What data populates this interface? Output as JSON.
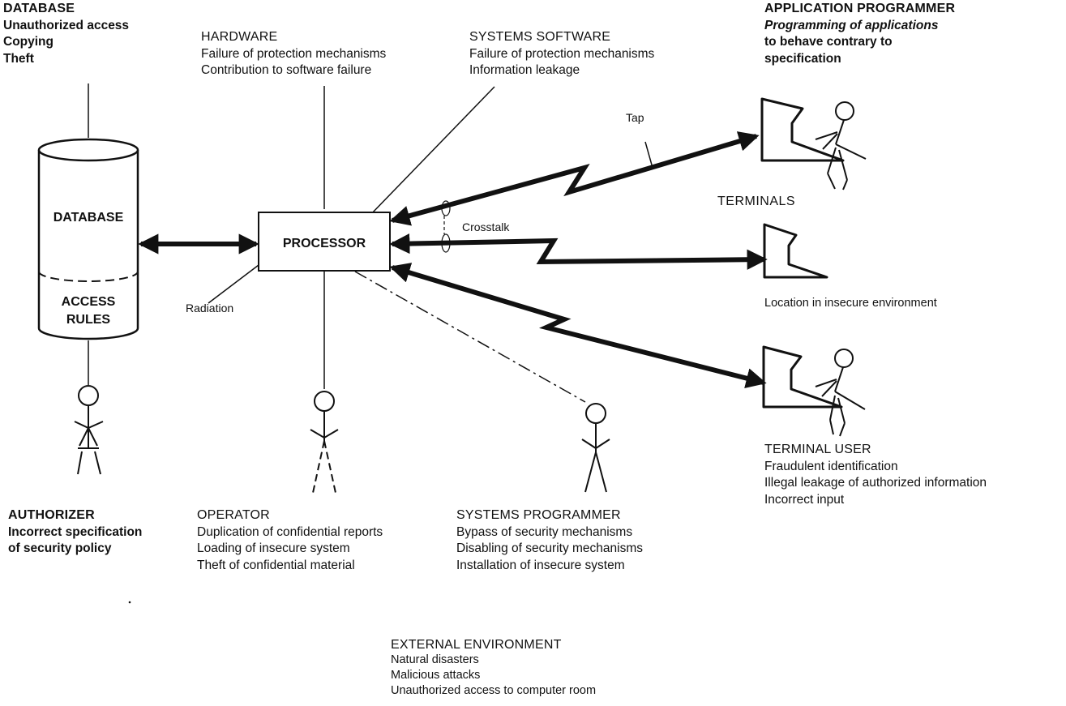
{
  "database_block": {
    "heading": "DATABASE",
    "threats": [
      "Unauthorized access",
      "Copying",
      "Theft"
    ]
  },
  "hardware_block": {
    "heading": "HARDWARE",
    "threats": [
      "Failure of protection mechanisms",
      "Contribution to software failure"
    ]
  },
  "systems_software_block": {
    "heading": "SYSTEMS SOFTWARE",
    "threats": [
      "Failure of protection mechanisms",
      "Information leakage"
    ]
  },
  "application_programmer_block": {
    "heading": "APPLICATION PROGRAMMER",
    "threats": [
      "Programming of applications",
      "to behave contrary to",
      "specification"
    ]
  },
  "database_cylinder": {
    "top_label": "DATABASE",
    "bottom_label_1": "ACCESS",
    "bottom_label_2": "RULES"
  },
  "processor_label": "PROCESSOR",
  "link_labels": {
    "tap": "Tap",
    "crosstalk": "Crosstalk",
    "radiation": "Radiation"
  },
  "terminals_heading": "TERMINALS",
  "terminal_location_text": "Location in insecure environment",
  "terminal_user_block": {
    "heading": "TERMINAL USER",
    "threats": [
      "Fraudulent identification",
      "Illegal leakage of authorized information",
      "Incorrect input"
    ]
  },
  "authorizer_block": {
    "heading": "AUTHORIZER",
    "threats": [
      "Incorrect specification",
      "of security policy"
    ]
  },
  "operator_block": {
    "heading": "OPERATOR",
    "threats": [
      "Duplication of confidential reports",
      "Loading of insecure system",
      "Theft of confidential material"
    ]
  },
  "systems_programmer_block": {
    "heading": "SYSTEMS PROGRAMMER",
    "threats": [
      "Bypass of security mechanisms",
      "Disabling of security mechanisms",
      "Installation of insecure system"
    ]
  },
  "external_environment_block": {
    "heading": "EXTERNAL ENVIRONMENT",
    "threats": [
      "Natural disasters",
      "Malicious attacks",
      "Unauthorized access to computer room"
    ]
  }
}
